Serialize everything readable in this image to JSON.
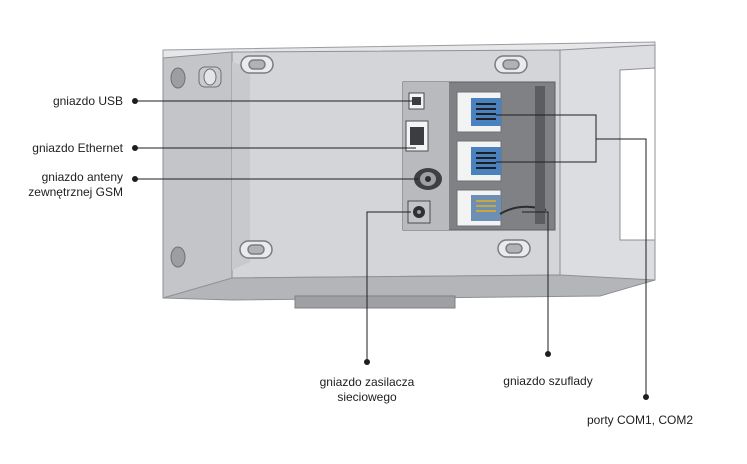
{
  "labels": {
    "usb": "gniazdo USB",
    "ethernet": "gniazdo Ethernet",
    "gsm_line1": "gniazdo anteny",
    "gsm_line2": "zewnętrznej GSM",
    "power_line1": "gniazdo zasilacza",
    "power_line2": "sieciowego",
    "drawer": "gniazdo szuflady",
    "com": "porty COM1, COM2"
  },
  "colors": {
    "housing": "#d4d5d8",
    "housing_dark": "#aeb0b4",
    "panel": "#b9bbbf",
    "port_face": "#f2f2f2",
    "connector_blue": "#3f7fc2",
    "leader_line": "#1e1e1e"
  }
}
